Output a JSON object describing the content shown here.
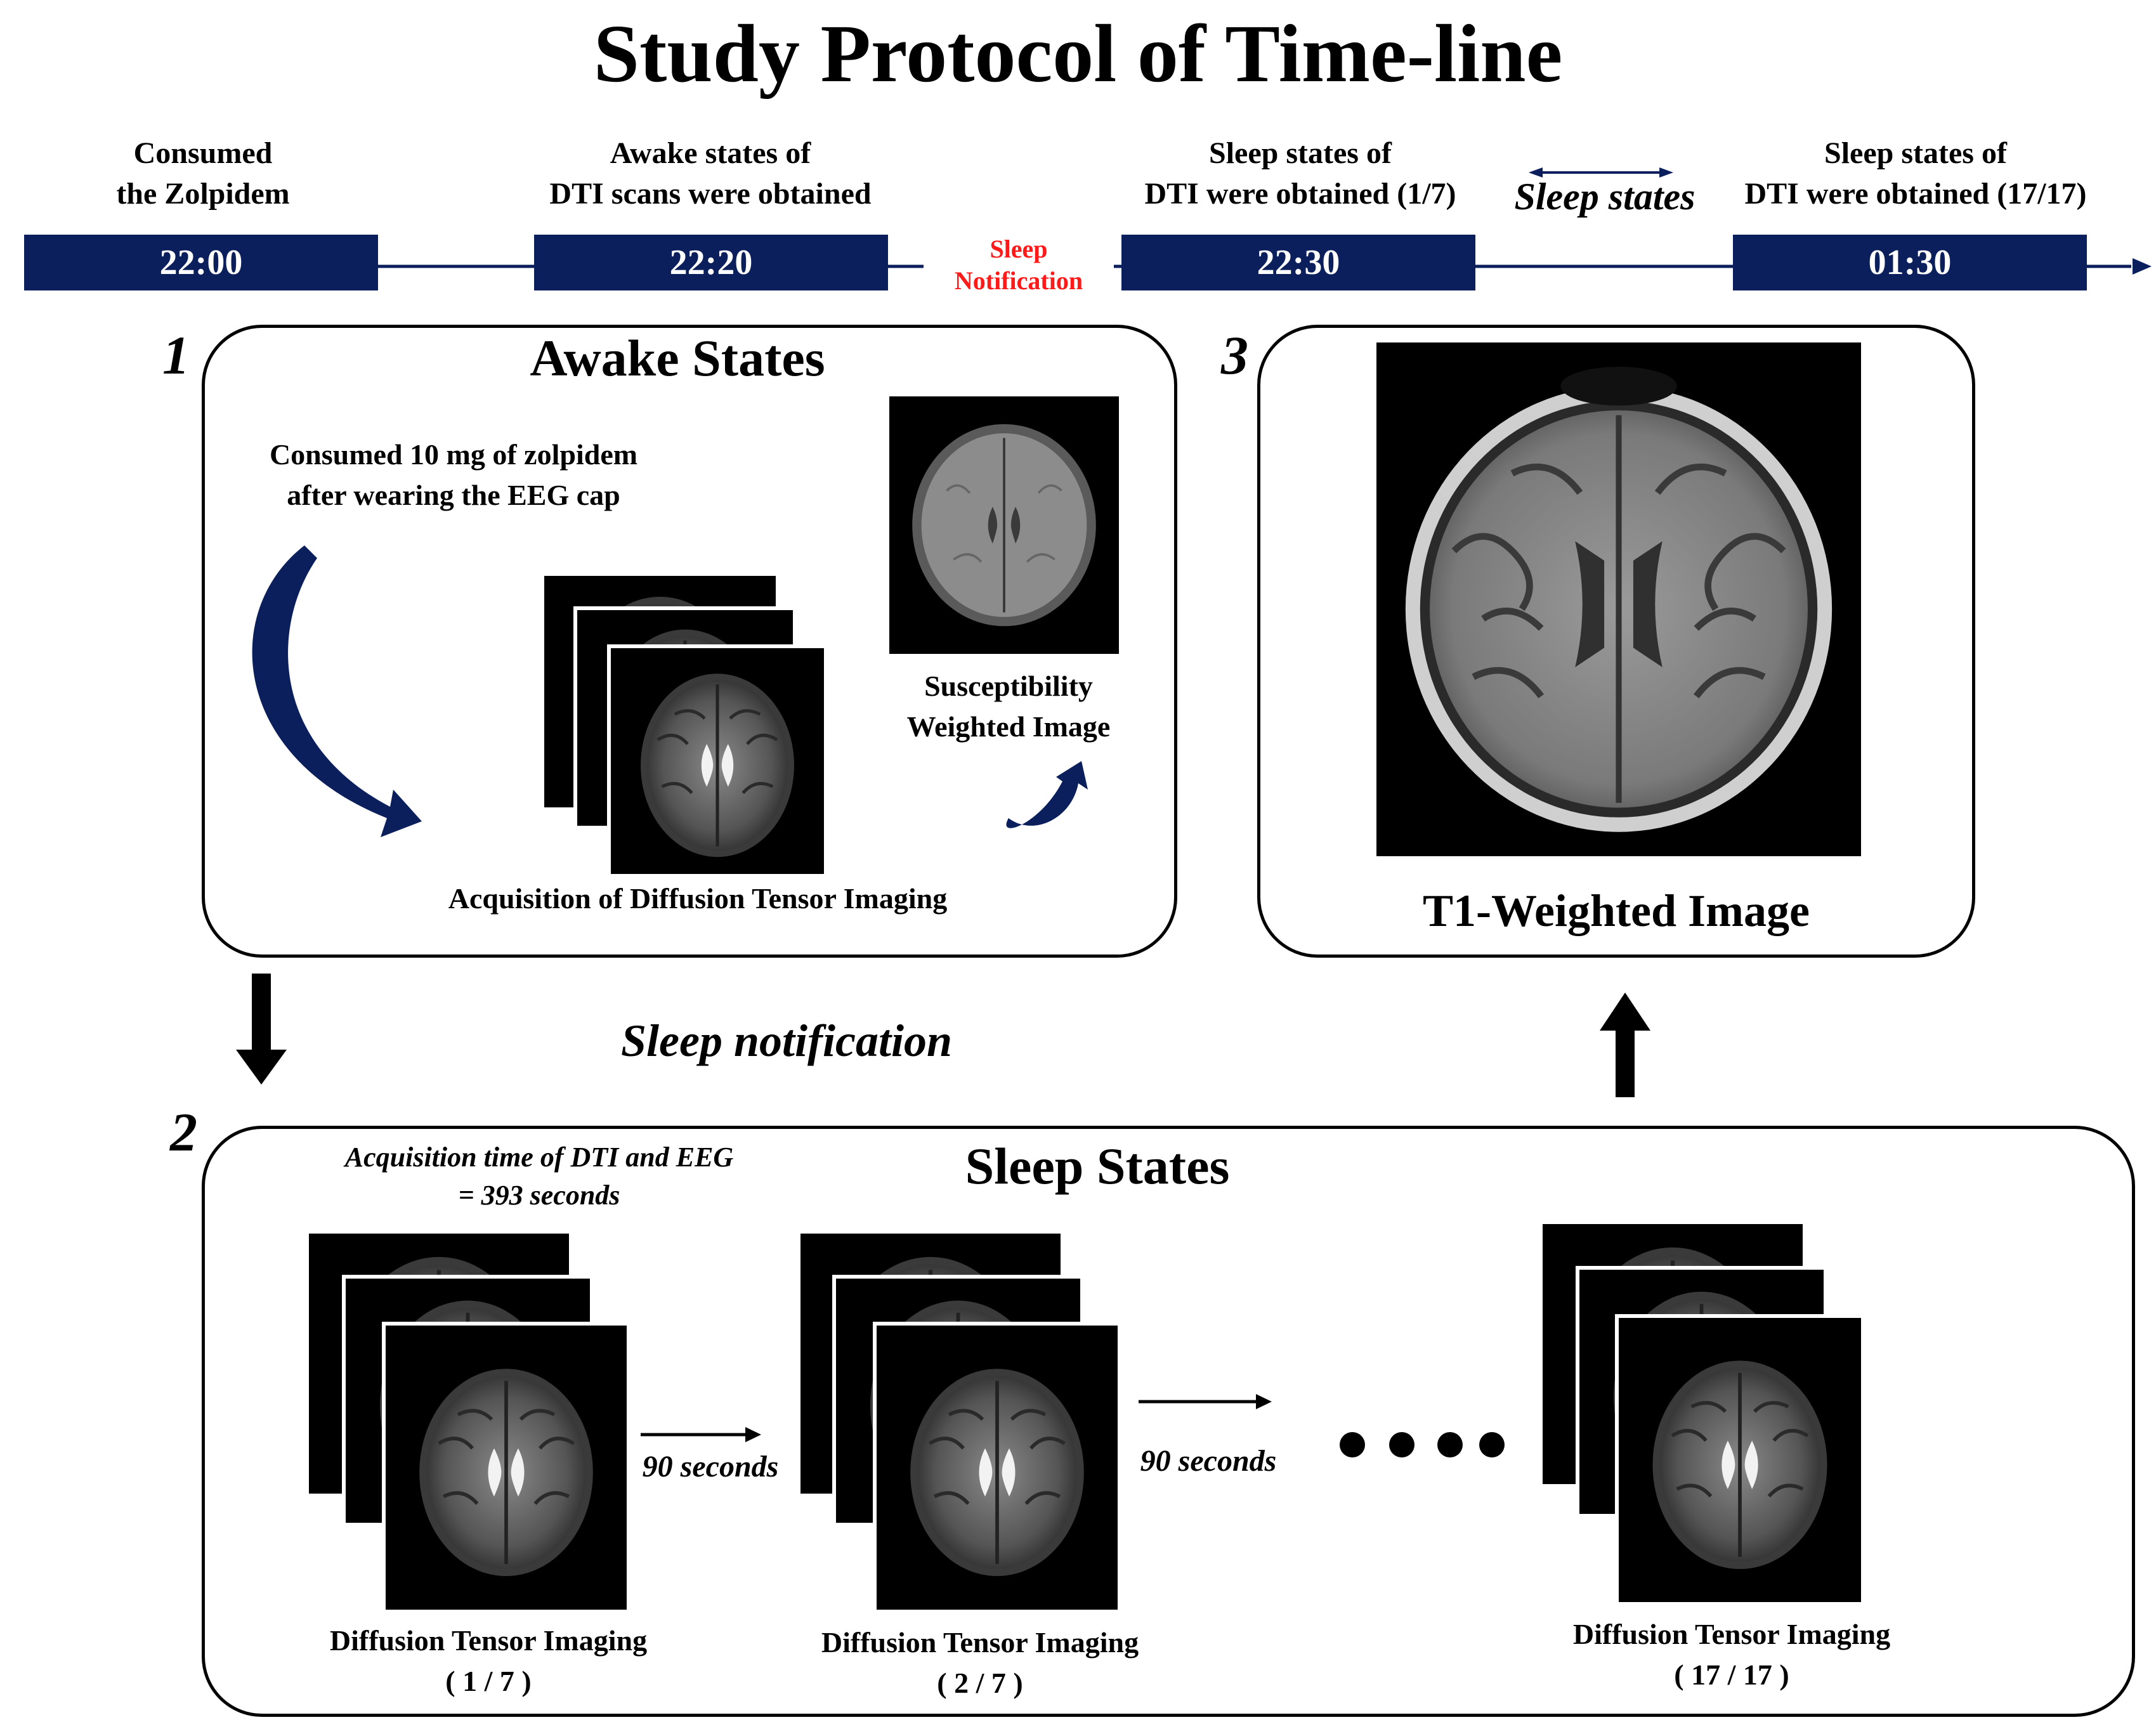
{
  "title": "Study Protocol of Time-line",
  "timeline": {
    "events": [
      {
        "label_line1": "Consumed",
        "label_line2": "the Zolpidem",
        "time": "22:00"
      },
      {
        "label_line1": "Awake states of",
        "label_line2": "DTI scans were obtained",
        "time": "22:20"
      },
      {
        "label_line1": "Sleep states of",
        "label_line2": "DTI were obtained (1/7)",
        "time": "22:30"
      },
      {
        "label_line1": "Sleep states of",
        "label_line2": "DTI were obtained (17/17)",
        "time": "01:30"
      }
    ],
    "notification_line1": "Sleep",
    "notification_line2": "Notification",
    "sleep_states_label": "Sleep states"
  },
  "panel1": {
    "number": "1",
    "title": "Awake States",
    "note_line1": "Consumed 10 mg of zolpidem",
    "note_line2": "after wearing the EEG cap",
    "dti_caption": "Acquisition of Diffusion Tensor Imaging",
    "swi_caption_line1": "Susceptibility",
    "swi_caption_line2": "Weighted Image"
  },
  "panel2": {
    "number": "2",
    "title": "Sleep States",
    "acq_line1": "Acquisition time of DTI and EEG",
    "acq_line2": "= 393 seconds",
    "interval_label": "90 seconds",
    "items": [
      {
        "caption": "Diffusion Tensor Imaging",
        "index": "( 1 / 7 )"
      },
      {
        "caption": "Diffusion Tensor Imaging",
        "index": "( 2 / 7 )"
      },
      {
        "caption": "Diffusion Tensor Imaging",
        "index": "( 17 / 17 )"
      }
    ]
  },
  "panel3": {
    "number": "3",
    "caption": "T1-Weighted Image"
  },
  "transition_label": "Sleep notification",
  "colors": {
    "navy": "#0b1f5c",
    "notification_red": "#ff1a1a"
  }
}
